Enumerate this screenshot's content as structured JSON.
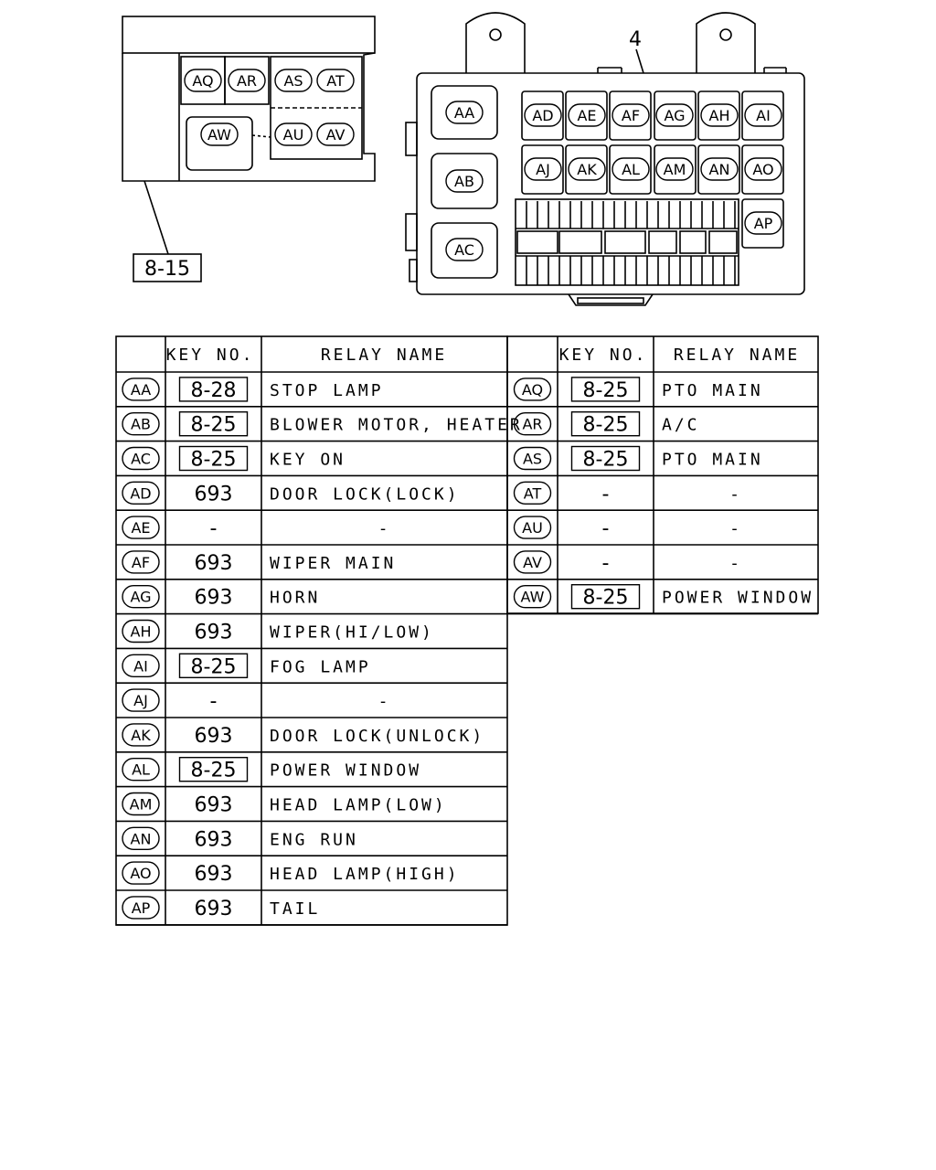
{
  "diagram": {
    "callout_number": "4",
    "reference_box": "8-15",
    "left_block": {
      "top_row": [
        "AQ",
        "AR",
        "AS",
        "AT"
      ],
      "bottom_row": [
        "AW",
        "AU",
        "AV"
      ]
    },
    "fuse_box": {
      "large_relays": [
        "AA",
        "AB",
        "AC"
      ],
      "row1": [
        "AD",
        "AE",
        "AF",
        "AG",
        "AH",
        "AI"
      ],
      "row2": [
        "AJ",
        "AK",
        "AL",
        "AM",
        "AN",
        "AO"
      ],
      "extra": "AP"
    }
  },
  "table": {
    "headers": {
      "key_no": "KEY NO.",
      "relay_name": "RELAY NAME"
    },
    "left_rows": [
      {
        "id": "AA",
        "key": "8-28",
        "boxed": true,
        "name": "STOP LAMP"
      },
      {
        "id": "AB",
        "key": "8-25",
        "boxed": true,
        "name": "BLOWER MOTOR, HEATER"
      },
      {
        "id": "AC",
        "key": "8-25",
        "boxed": true,
        "name": "KEY ON"
      },
      {
        "id": "AD",
        "key": "693",
        "boxed": false,
        "name": "DOOR LOCK(LOCK)"
      },
      {
        "id": "AE",
        "key": "-",
        "boxed": false,
        "name": "-"
      },
      {
        "id": "AF",
        "key": "693",
        "boxed": false,
        "name": "WIPER MAIN"
      },
      {
        "id": "AG",
        "key": "693",
        "boxed": false,
        "name": "HORN"
      },
      {
        "id": "AH",
        "key": "693",
        "boxed": false,
        "name": "WIPER(HI/LOW)"
      },
      {
        "id": "AI",
        "key": "8-25",
        "boxed": true,
        "name": "FOG LAMP"
      },
      {
        "id": "AJ",
        "key": "-",
        "boxed": false,
        "name": "-"
      },
      {
        "id": "AK",
        "key": "693",
        "boxed": false,
        "name": "DOOR LOCK(UNLOCK)"
      },
      {
        "id": "AL",
        "key": "8-25",
        "boxed": true,
        "name": "POWER WINDOW"
      },
      {
        "id": "AM",
        "key": "693",
        "boxed": false,
        "name": "HEAD LAMP(LOW)"
      },
      {
        "id": "AN",
        "key": "693",
        "boxed": false,
        "name": "ENG RUN"
      },
      {
        "id": "AO",
        "key": "693",
        "boxed": false,
        "name": "HEAD LAMP(HIGH)"
      },
      {
        "id": "AP",
        "key": "693",
        "boxed": false,
        "name": "TAIL"
      }
    ],
    "right_rows": [
      {
        "id": "AQ",
        "key": "8-25",
        "boxed": true,
        "name": "PTO MAIN"
      },
      {
        "id": "AR",
        "key": "8-25",
        "boxed": true,
        "name": "A/C"
      },
      {
        "id": "AS",
        "key": "8-25",
        "boxed": true,
        "name": "PTO MAIN"
      },
      {
        "id": "AT",
        "key": "-",
        "boxed": false,
        "name": "-"
      },
      {
        "id": "AU",
        "key": "-",
        "boxed": false,
        "name": "-"
      },
      {
        "id": "AV",
        "key": "-",
        "boxed": false,
        "name": "-"
      },
      {
        "id": "AW",
        "key": "8-25",
        "boxed": true,
        "name": "POWER WINDOW"
      }
    ]
  }
}
